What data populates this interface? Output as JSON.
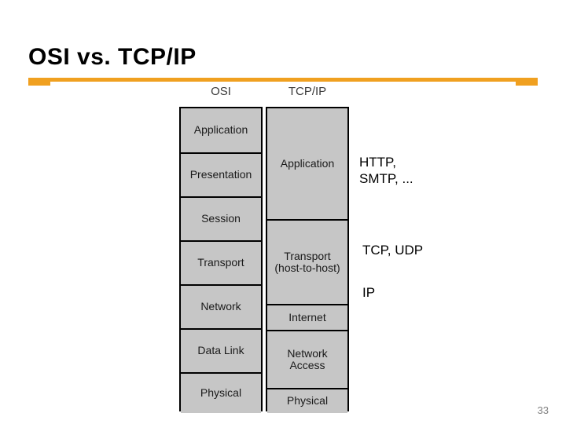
{
  "slide": {
    "title": "OSI vs. TCP/IP",
    "page_number": "33",
    "accent_color": "#f0a020",
    "box_fill_color": "#c6c6c6",
    "box_border_color": "#000000",
    "page_number_color": "#808080"
  },
  "diagram": {
    "columns": [
      {
        "header": "OSI"
      },
      {
        "header": "TCP/IP"
      }
    ],
    "osi_layers": [
      {
        "label": "Application"
      },
      {
        "label": "Presentation"
      },
      {
        "label": "Session"
      },
      {
        "label": "Transport"
      },
      {
        "label": "Network"
      },
      {
        "label": "Data Link"
      },
      {
        "label": "Physical"
      }
    ],
    "tcpip_layers": [
      {
        "label": "Application"
      },
      {
        "label": "Transport\n(host-to-host)"
      },
      {
        "label": "Internet"
      },
      {
        "label": "Network\nAccess"
      },
      {
        "label": "Physical"
      }
    ]
  },
  "annotations": [
    {
      "text": "HTTP,\nSMTP, ..."
    },
    {
      "text": "TCP, UDP"
    },
    {
      "text": "IP"
    }
  ]
}
